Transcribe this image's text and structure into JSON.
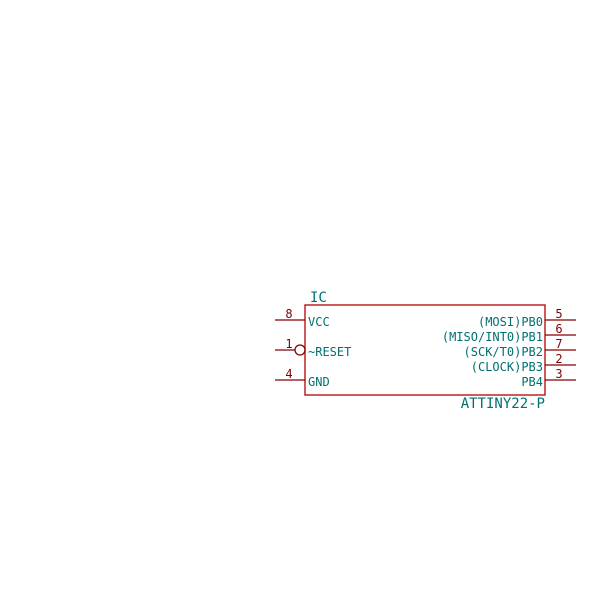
{
  "component": {
    "reference": "IC",
    "value": "ATTINY22-P",
    "left_pins": [
      {
        "number": "8",
        "name": "VCC",
        "inverted": false
      },
      {
        "number": "1",
        "name": "~RESET",
        "inverted": true
      },
      {
        "number": "4",
        "name": "GND",
        "inverted": false
      }
    ],
    "right_pins": [
      {
        "number": "5",
        "name": "(MOSI)PB0"
      },
      {
        "number": "6",
        "name": "(MISO/INT0)PB1"
      },
      {
        "number": "7",
        "name": "(SCK/T0)PB2"
      },
      {
        "number": "2",
        "name": "(CLOCK)PB3"
      },
      {
        "number": "3",
        "name": "PB4"
      }
    ]
  },
  "colors": {
    "body_outline": "#b40000",
    "pin_line": "#840000",
    "pin_number": "#840000",
    "pin_name": "#007070",
    "field_text": "#007070"
  }
}
